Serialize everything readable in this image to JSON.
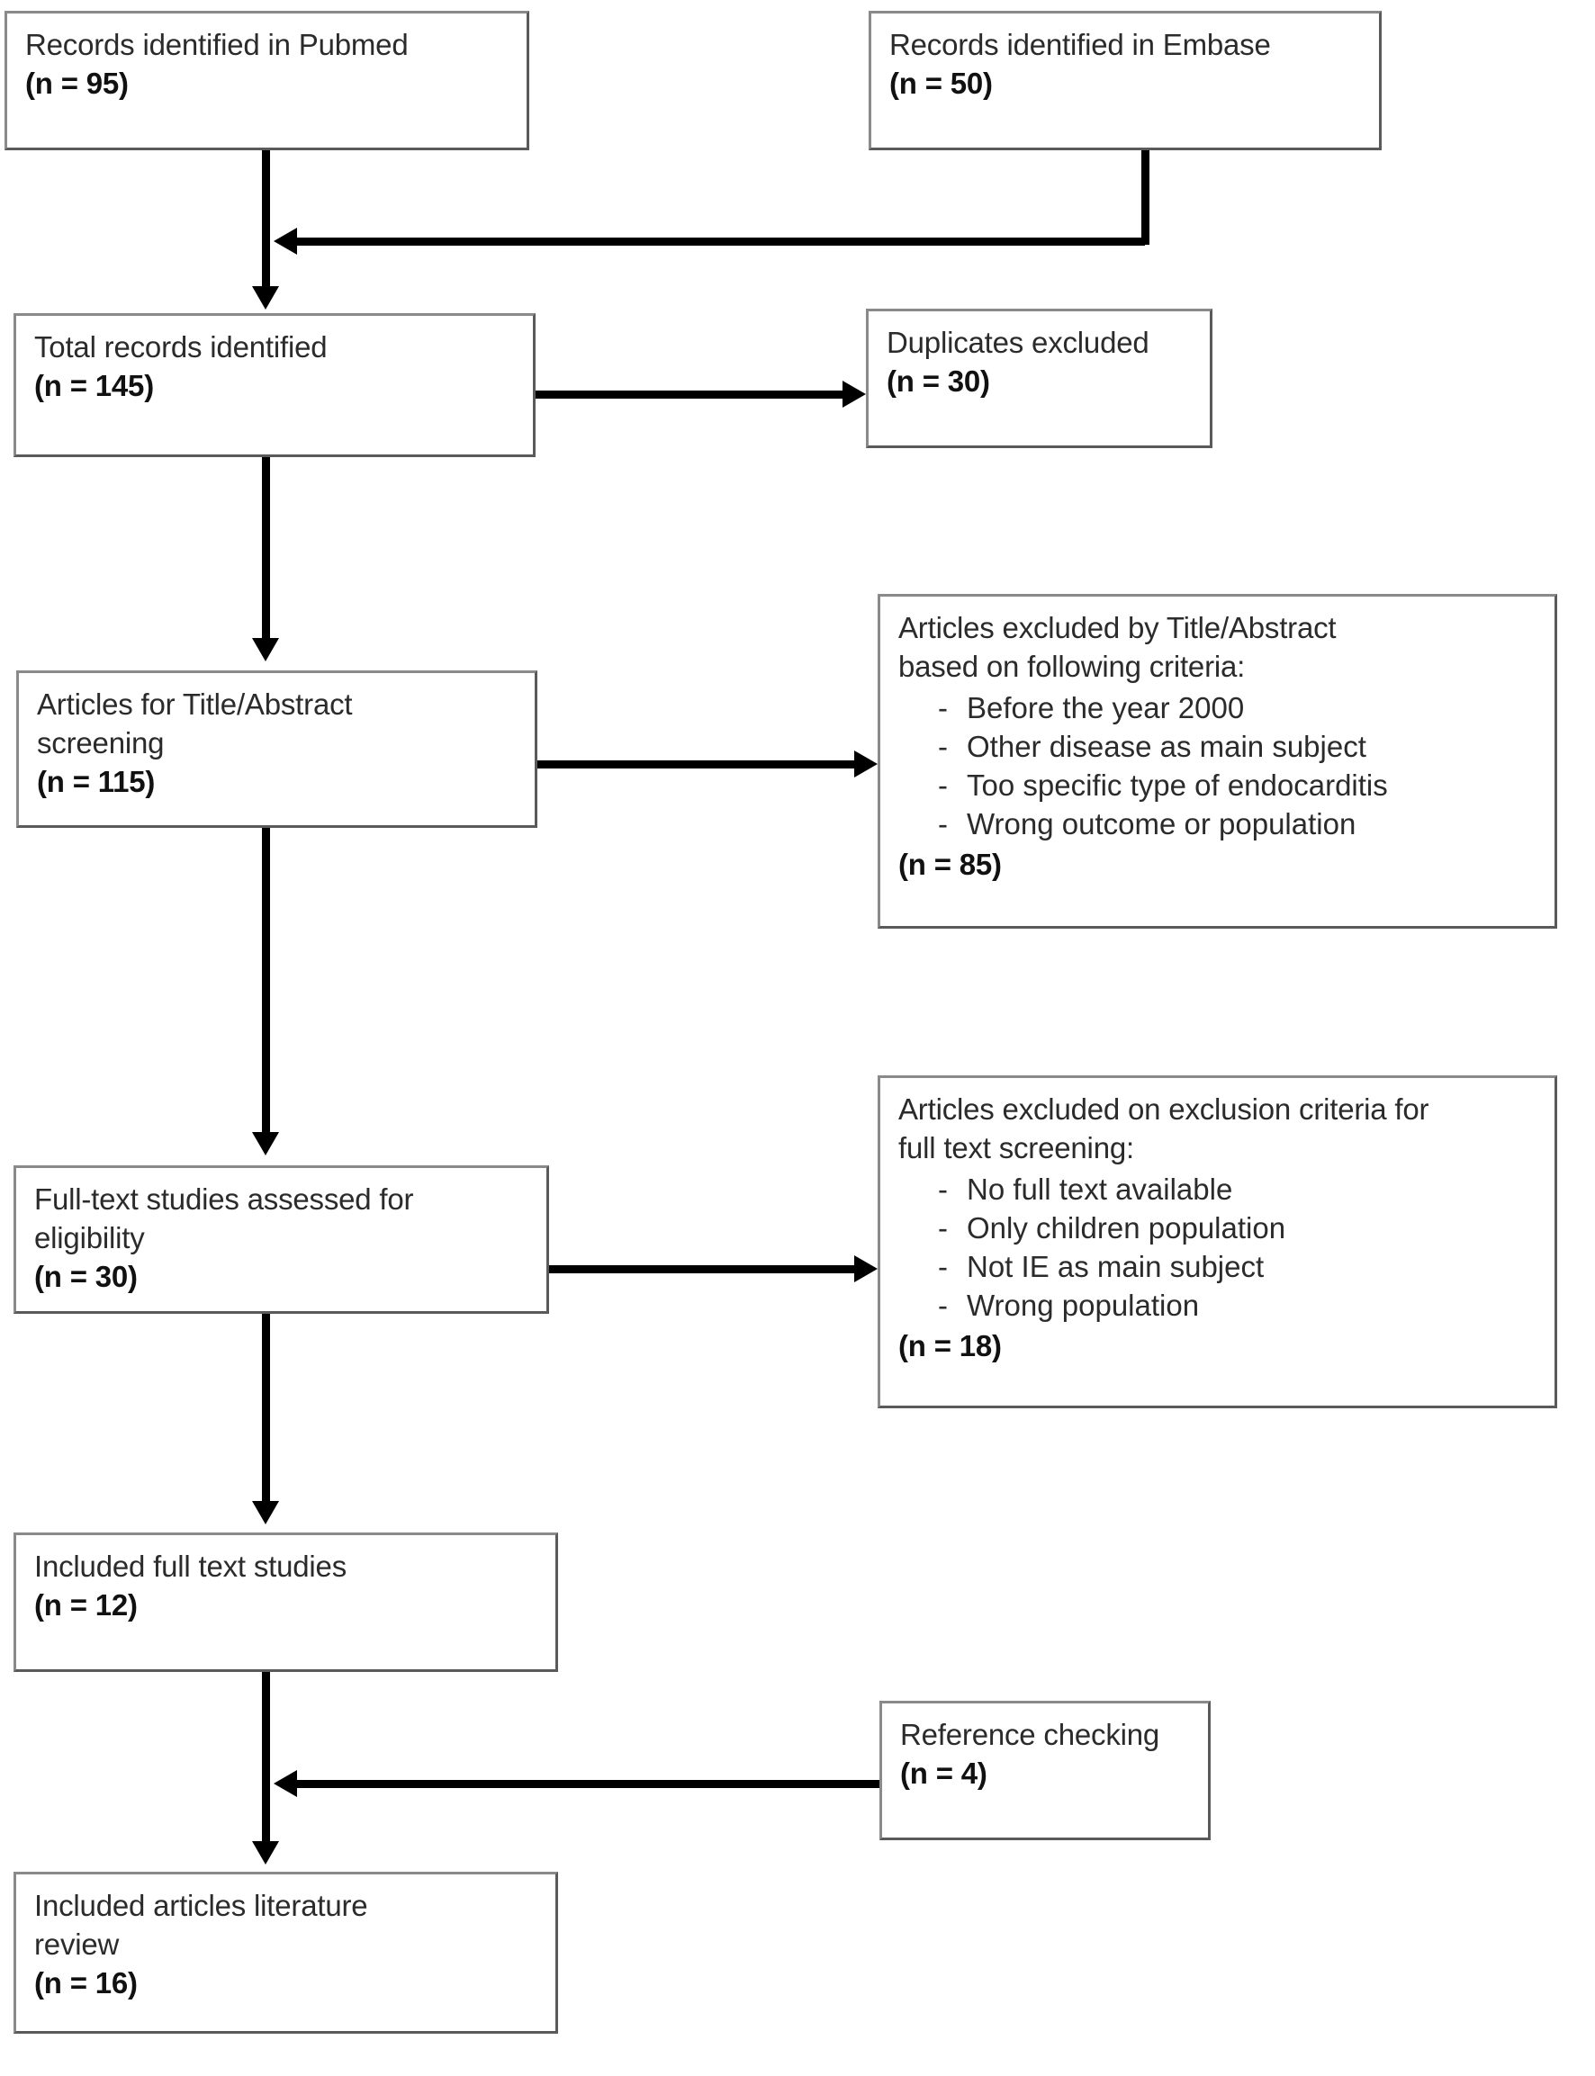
{
  "diagram": {
    "type": "prisma-flow-diagram",
    "orientation": "vertical",
    "line_color": "#000000",
    "box_border_color": "#6e6e6e",
    "box_fill": "#ffffff",
    "text_color": "#2b2b2b"
  },
  "nodes": {
    "pubmed": {
      "label": "Records identified in Pubmed",
      "count": "(n = 95)"
    },
    "embase": {
      "label": "Records identified in Embase",
      "count": "(n = 50)"
    },
    "total_records": {
      "label": "Total records identified",
      "count": "(n = 145)"
    },
    "duplicates": {
      "label": "Duplicates excluded",
      "count": "(n = 30)"
    },
    "title_abstract_screening": {
      "label_line1": "Articles for Title/Abstract",
      "label_line2": "screening",
      "count": "(n = 115)"
    },
    "excluded_title_abstract": {
      "label_line1": "Articles excluded by Title/Abstract",
      "label_line2": "based on following criteria:",
      "criteria": [
        "Before the year 2000",
        "Other disease as main subject",
        "Too specific type of endocarditis",
        "Wrong outcome or population"
      ],
      "bullet": "-",
      "count": "(n = 85)"
    },
    "fulltext_eligibility": {
      "label_line1": "Full-text studies assessed for",
      "label_line2": "eligibility",
      "count": "(n = 30)"
    },
    "excluded_fulltext": {
      "label_line1": "Articles excluded on exclusion criteria for",
      "label_line2": "full text screening:",
      "criteria": [
        "No full text available",
        "Only children population",
        "Not IE as main subject",
        "Wrong population"
      ],
      "bullet": "-",
      "count": "(n = 18)"
    },
    "included_fulltext": {
      "label": "Included full text studies",
      "count": "(n = 12)"
    },
    "reference_checking": {
      "label": "Reference checking",
      "count": "(n = 4)"
    },
    "included_literature_review": {
      "label_line1": "Included articles literature",
      "label_line2": "review",
      "count": "(n = 16)"
    }
  }
}
